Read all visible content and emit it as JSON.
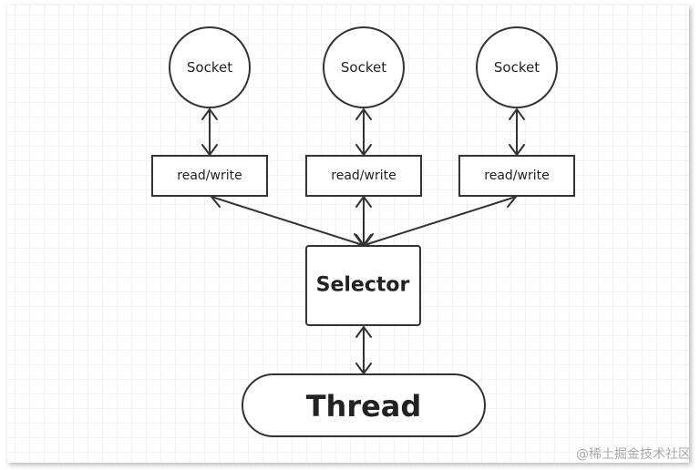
{
  "sockets": [
    {
      "label": "Socket"
    },
    {
      "label": "Socket"
    },
    {
      "label": "Socket"
    }
  ],
  "read_write": [
    {
      "label": "read/write"
    },
    {
      "label": "read/write"
    },
    {
      "label": "read/write"
    }
  ],
  "selector": {
    "label": "Selector"
  },
  "thread": {
    "label": "Thread"
  },
  "watermark": {
    "text": "@稀土掘金技术社区"
  },
  "colors": {
    "grid": "#e6e6e6",
    "stroke": "#333333",
    "shadow": "#9a9a9a"
  }
}
